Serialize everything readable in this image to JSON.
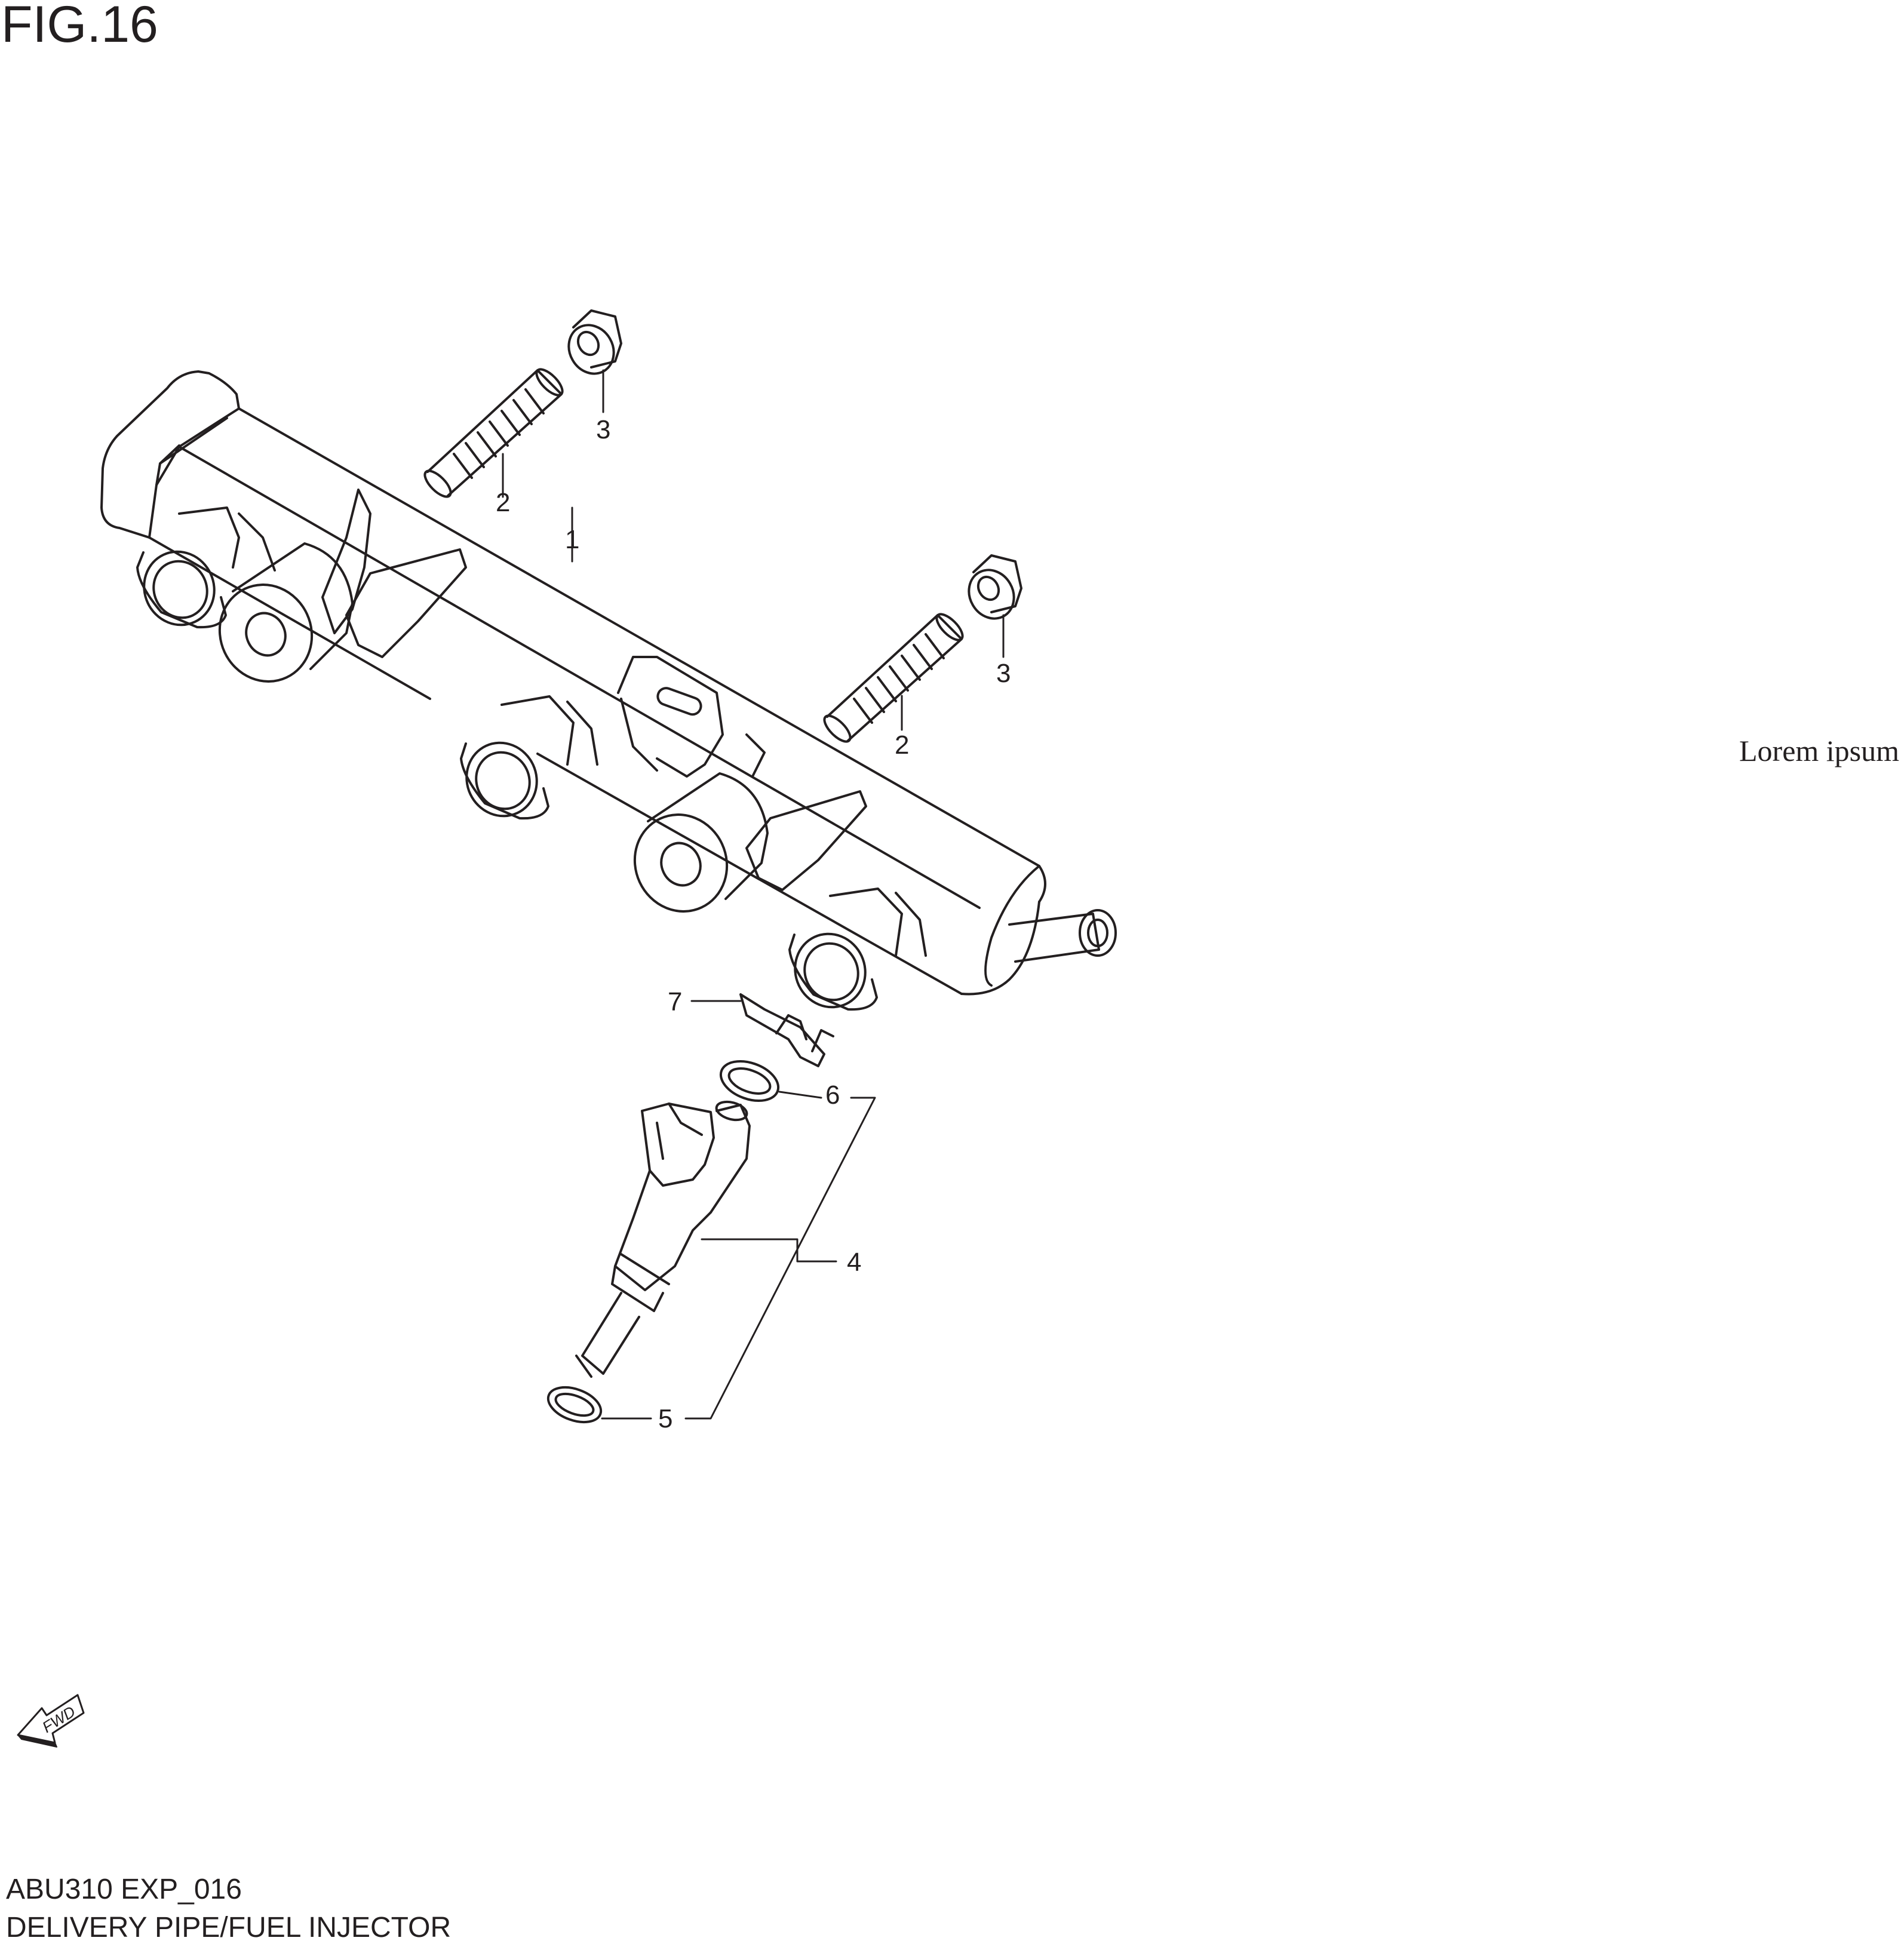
{
  "figure": {
    "title": "FIG.16",
    "side_text": "Lorem ipsum",
    "drawing_code": "ABU310 EXP_016",
    "drawing_name": "DELIVERY PIPE/FUEL INJECTOR"
  },
  "callouts": [
    "1",
    "2",
    "2",
    "3",
    "3",
    "4",
    "5",
    "6",
    "7"
  ],
  "fwd_label": "FWD",
  "colors": {
    "line": "#231f20",
    "background": "#ffffff"
  }
}
